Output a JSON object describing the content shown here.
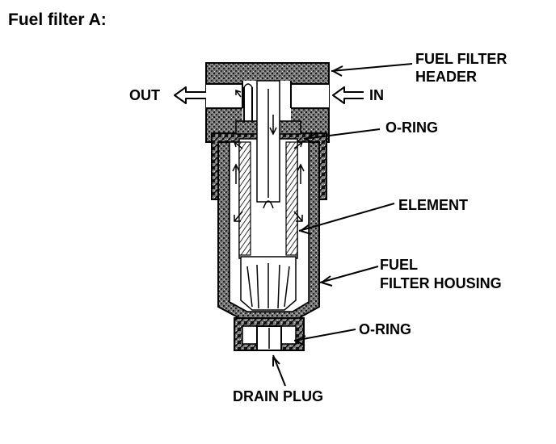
{
  "title": "Fuel filter A:",
  "labels": {
    "out": "OUT",
    "in": "IN",
    "header_line1": "FUEL FILTER",
    "header_line2": "HEADER",
    "oring_top": "O-RING",
    "element": "ELEMENT",
    "housing_line1": "FUEL",
    "housing_line2": "FILTER HOUSING",
    "oring_bottom": "O-RING",
    "drain_plug": "DRAIN PLUG"
  }
}
